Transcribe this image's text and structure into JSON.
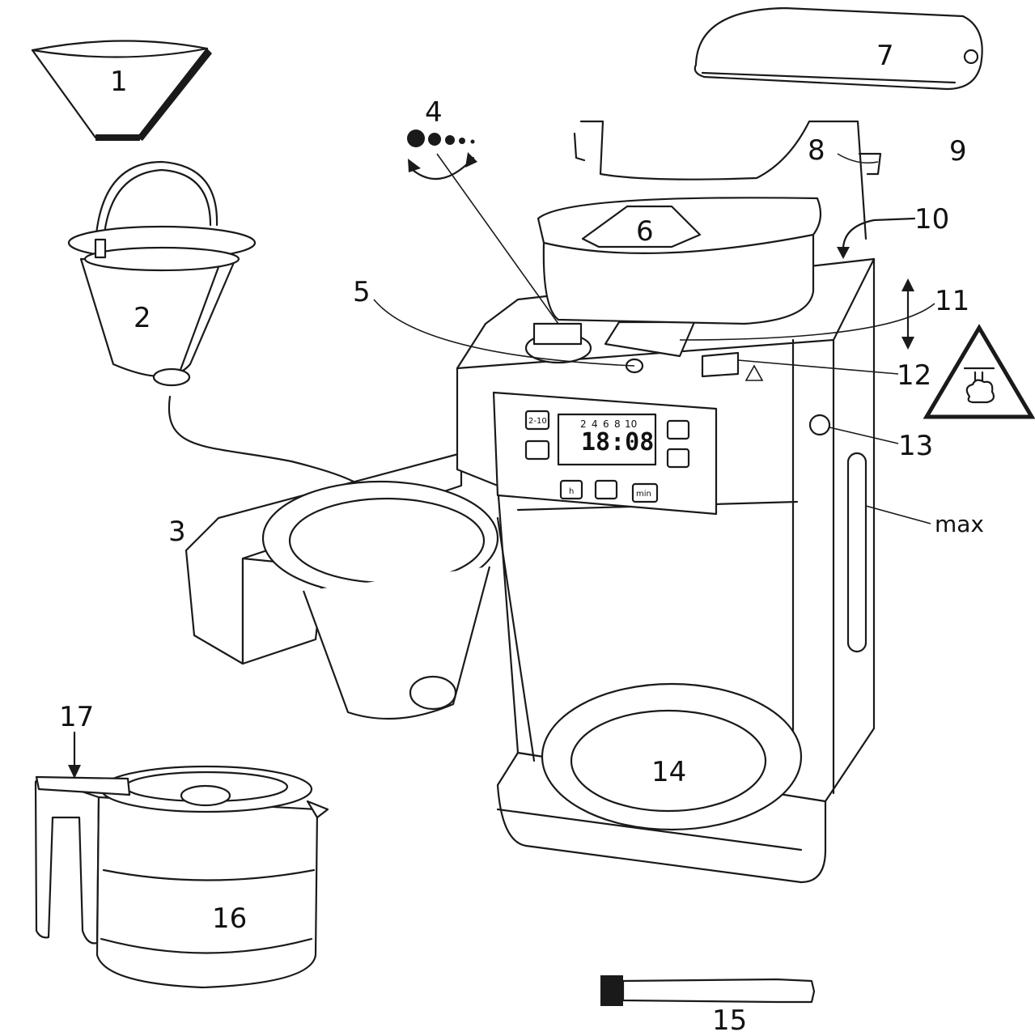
{
  "callouts": {
    "c1": "1",
    "c2": "2",
    "c3": "3",
    "c4": "4",
    "c5": "5",
    "c6": "6",
    "c7": "7",
    "c8": "8",
    "c9": "9",
    "c10": "10",
    "c11": "11",
    "c12": "12",
    "c13": "13",
    "c14": "14",
    "c15": "15",
    "c16": "16",
    "c17": "17",
    "max": "max"
  },
  "panel": {
    "btn_cups": "2-10",
    "btn_hour": "h",
    "btn_min": "min",
    "lcd_time": "18:08",
    "lcd_cups": [
      "2",
      "4",
      "6",
      "8",
      "10"
    ]
  }
}
